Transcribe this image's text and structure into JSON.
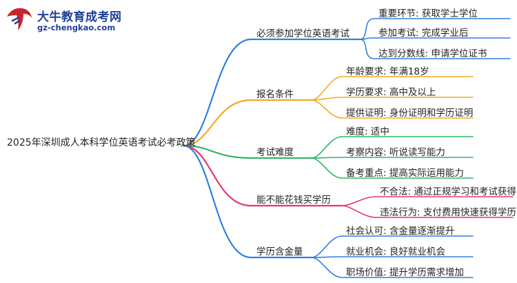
{
  "logo": {
    "title": "大牛教育成考网",
    "url": "gz-chengkao.com"
  },
  "root": "2025年深圳成人本科学位英语考试必考政策",
  "branches": [
    {
      "label": "必须参加学位英语考试",
      "color": "#2f7fe0",
      "leaves": [
        "重要环节: 获取学士学位",
        "参加考试: 完成学业后",
        "达到分数线: 申请学位证书"
      ]
    },
    {
      "label": "报名条件",
      "color": "#f2a922",
      "leaves": [
        "年龄要求: 年满18岁",
        "学历要求: 高中及以上",
        "提供证明: 身份证明和学历证明"
      ]
    },
    {
      "label": "考试难度",
      "color": "#2db567",
      "leaves": [
        "难度: 适中",
        "考察内容: 听说读写能力",
        "备考重点: 提高实际运用能力"
      ]
    },
    {
      "label": "能不能花钱买学历",
      "color": "#e8336e",
      "leaves": [
        "不合法: 通过正规学习和考试获得",
        "违法行为: 支付费用快速获得学历"
      ]
    },
    {
      "label": "学历含金量",
      "color": "#2f7fe0",
      "leaves": [
        "社会认可: 含金量逐渐提升",
        "就业机会: 良好就业机会",
        "职场价值: 提升学历需求增加"
      ]
    }
  ]
}
